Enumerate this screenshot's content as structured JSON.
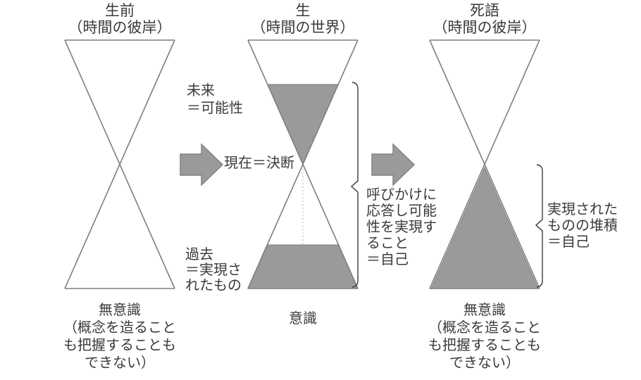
{
  "colors": {
    "fill_gray": "#9a9a9a",
    "arrow_gray": "#9a9a9a",
    "outline_gray": "#7f7f7f",
    "bracket_color": "#3a3a3a",
    "dashed_gray": "#b5b5b5",
    "text": "#3a3a3a",
    "background": "#ffffff"
  },
  "titles": {
    "left": [
      "生前",
      "（時間の彼岸）"
    ],
    "middle": [
      "生",
      "（時間の世界）"
    ],
    "right": [
      "死語",
      "（時間の彼岸）"
    ]
  },
  "bottom_labels": {
    "left": [
      "無意識",
      "（概念を造ること",
      "も把握することも",
      "できない）"
    ],
    "middle": [
      "意識"
    ],
    "right": [
      "無意識",
      "（概念を造ること",
      "も把握することも",
      "できない）"
    ]
  },
  "annotations": {
    "future": [
      "未来",
      "＝可能性"
    ],
    "present": [
      "現在＝決断"
    ],
    "past": [
      "過去",
      "＝実現さ",
      "れたもの"
    ],
    "call": [
      "呼びかけに",
      "応答し可能",
      "性を実現す",
      "ること",
      "＝自己"
    ],
    "accumulation": [
      "実現された",
      "ものの堆積",
      "＝自己"
    ]
  },
  "icons": {
    "arrow_left_to_middle": "right-arrow",
    "arrow_middle_to_right": "right-arrow"
  }
}
